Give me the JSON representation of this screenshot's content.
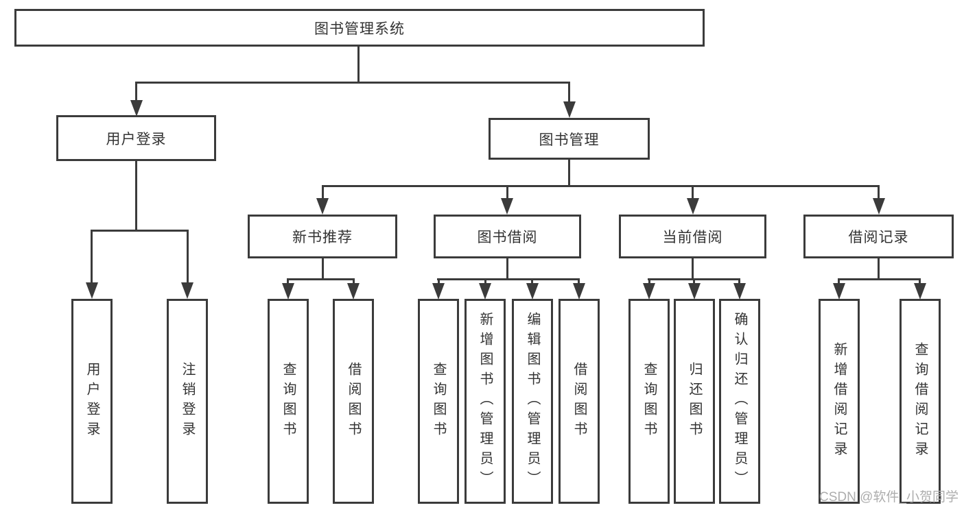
{
  "nodes": {
    "root": "图书管理系统",
    "level1": {
      "user_login": "用户登录",
      "book_management": "图书管理"
    },
    "level2": {
      "new_book_recommend": "新书推荐",
      "book_borrow": "图书借阅",
      "current_borrow": "当前借阅",
      "borrow_records": "借阅记录"
    },
    "leaves": {
      "user_login": [
        "用户登录",
        "注销登录"
      ],
      "new_book_recommend": [
        "查询图书",
        "借阅图书"
      ],
      "book_borrow": [
        "查询图书",
        "新增图书（管理员）",
        "编辑图书（管理员）",
        "借阅图书"
      ],
      "current_borrow": [
        "查询图书",
        "归还图书",
        "确认归还（管理员）"
      ],
      "borrow_records": [
        "新增借阅记录",
        "查询借阅记录"
      ]
    }
  },
  "watermark": "CSDN @软件_小贺同学",
  "colors": {
    "line": "#3b3b3b",
    "text": "#333333",
    "box_background": "#ffffff",
    "page_background": "#ffffff",
    "watermark": "#adadad"
  }
}
